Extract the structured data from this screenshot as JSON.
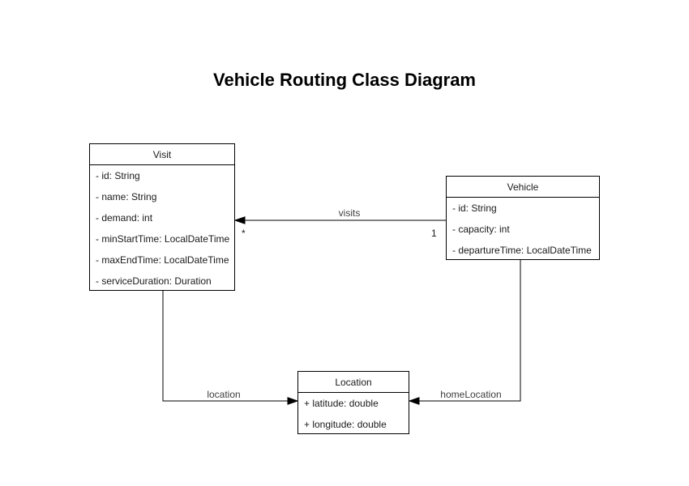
{
  "title": "Vehicle Routing Class Diagram",
  "classes": {
    "visit": {
      "name": "Visit",
      "attributes": [
        "- id: String",
        "- name: String",
        "- demand: int",
        "- minStartTime: LocalDateTime",
        "- maxEndTime: LocalDateTime",
        "- serviceDuration: Duration"
      ]
    },
    "vehicle": {
      "name": "Vehicle",
      "attributes": [
        "- id: String",
        "- capacity: int",
        "- departureTime: LocalDateTime"
      ]
    },
    "location": {
      "name": "Location",
      "attributes": [
        "+ latitude: double",
        "+ longitude: double"
      ]
    }
  },
  "edges": {
    "visits": {
      "label": "visits",
      "target_multiplicity": "*",
      "source_multiplicity": "1"
    },
    "location": {
      "label": "location"
    },
    "home_location": {
      "label": "homeLocation"
    }
  },
  "colors": {
    "background": "#ffffff",
    "line": "#000000",
    "class_text": "#1a1a1a",
    "edge_label_text": "#3d3d3d"
  }
}
